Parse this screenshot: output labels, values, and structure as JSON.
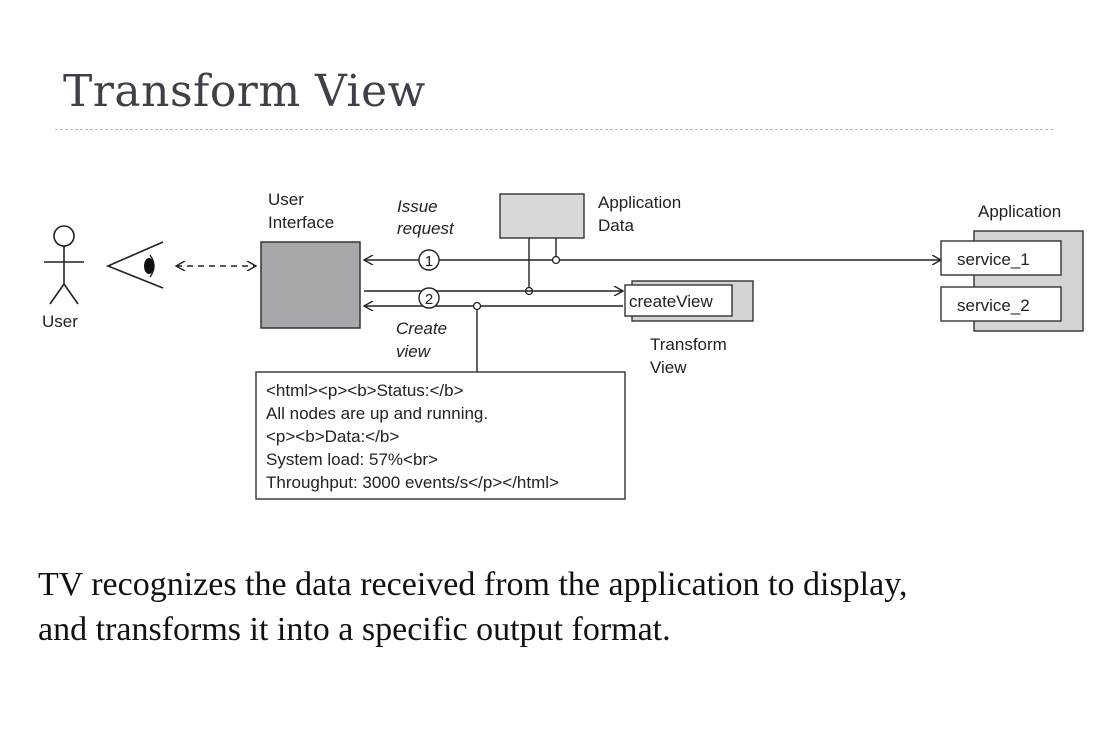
{
  "slide": {
    "title": "Transform View",
    "caption_lines": [
      "TV recognizes the data received from the application to display,",
      "and transforms it into a specific output format."
    ]
  },
  "diagram": {
    "user_label": "User",
    "ui_label_lines": [
      "User",
      "Interface"
    ],
    "issue_request_lines": [
      "Issue",
      "request"
    ],
    "create_view_lines": [
      "Create",
      "view"
    ],
    "step1": "1",
    "step2": "2",
    "app_data_label_lines": [
      "Application",
      "Data"
    ],
    "create_view_method": "createView",
    "transform_view_label_lines": [
      "Transform",
      "View"
    ],
    "application_label": "Application",
    "services": [
      "service_1",
      "service_2"
    ],
    "html_output_lines": [
      "<html><p><b>Status:</b>",
      "All nodes are up and running.",
      "<p><b>Data:</b>",
      "System load: 57%<br>",
      "Throughput: 3000 events/s</p></html>"
    ]
  }
}
